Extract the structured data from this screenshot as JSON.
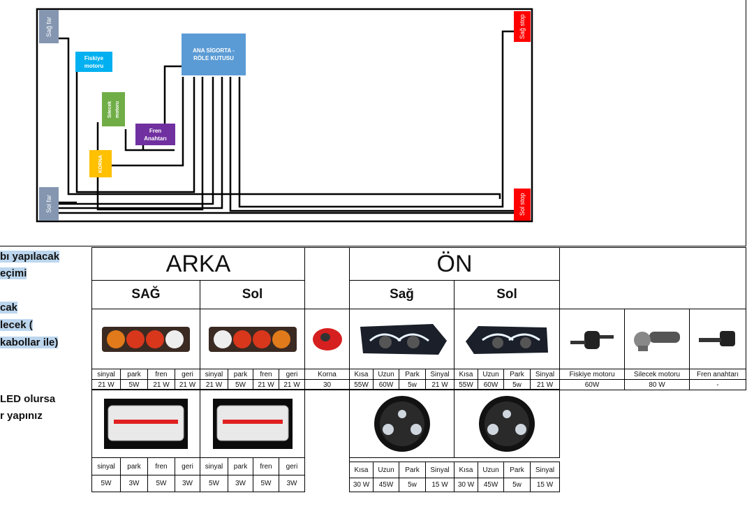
{
  "diagram": {
    "sag_far": "Sağ far",
    "sol_far": "Sol far",
    "sag_stop": "Sağ stop",
    "sol_stop": "Sol stop",
    "fiskiye": "Fiskiye motoru",
    "silecek": "Silecek motoru",
    "fren": "Fren Anahtarı",
    "korna": "KORNA",
    "sigorta_line1": "ANA SİGORTA -",
    "sigorta_line2": "RÖLE KUTUSU",
    "colors": {
      "gray": "#8496b0",
      "red": "#ff0000",
      "cyan": "#00b0f0",
      "green": "#70ad47",
      "purple": "#7030a0",
      "orange": "#ffc000",
      "blue": "#5b9bd5"
    }
  },
  "left_notes": {
    "line1": "bı  yapılacak",
    "line2": "eçimi",
    "line3": "cak",
    "line4": "lecek (",
    "line5": " kabollar ile)",
    "line6": " LED olursa",
    "line7": "r yapınız"
  },
  "table": {
    "arka": "ARKA",
    "on": "ÖN",
    "sag_upper": "SAĞ",
    "sol": "Sol",
    "sag": "Sağ",
    "korna": "Korna",
    "korna_w": "30",
    "rear_cols": [
      "sinyal",
      "park",
      "fren",
      "geri"
    ],
    "rear_w": [
      "21 W",
      "5W",
      "21 W",
      "21 W"
    ],
    "rear_w_sol": [
      "21 W",
      "5W",
      "21 W",
      "21 W"
    ],
    "front_cols": [
      "Kısa",
      "Uzun",
      "Park",
      "Sinyal"
    ],
    "front_w": [
      "55W",
      "60W",
      "5w",
      "21 W"
    ],
    "fiskiye": "Fiskiye  motoru",
    "fiskiye_w": "60W",
    "silecek": "Silecek motoru",
    "silecek_w": "80 W",
    "fren": "Fren anahtarı",
    "fren_w": "-",
    "led_rear_w": [
      "5W",
      "3W",
      "5W",
      "3W"
    ],
    "led_front_w": [
      "30 W",
      "45W",
      "5w",
      "15 W"
    ]
  }
}
